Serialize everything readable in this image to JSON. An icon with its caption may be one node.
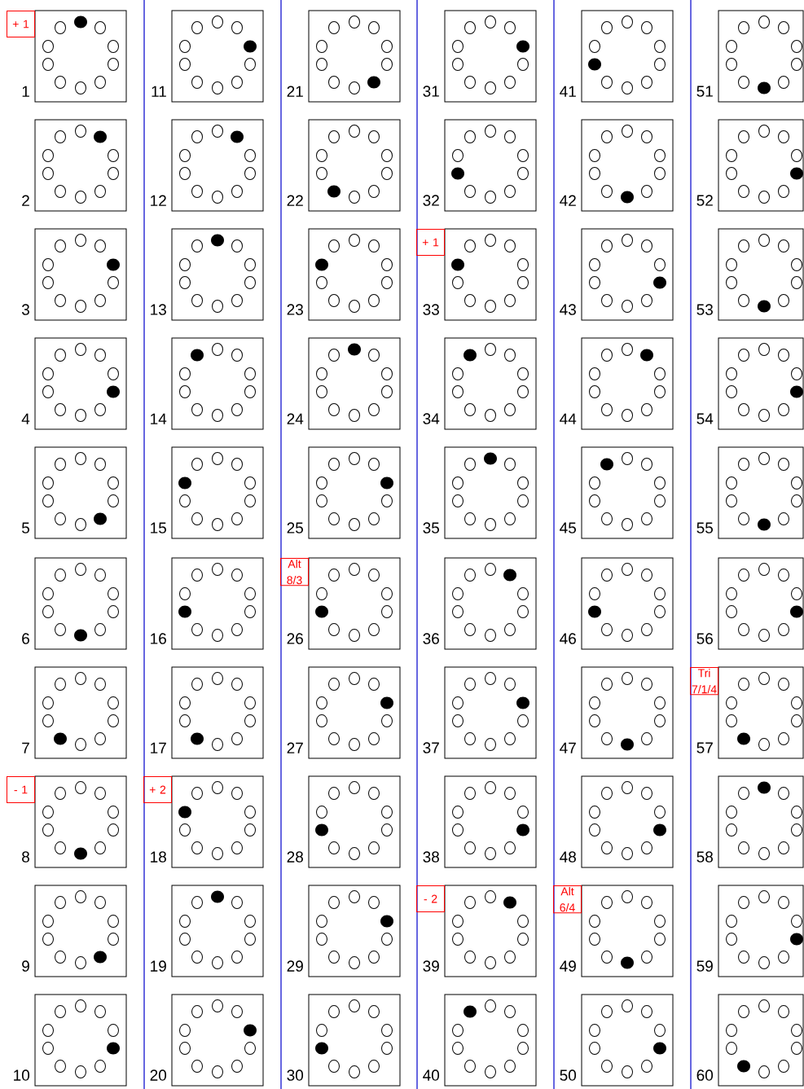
{
  "diagram": {
    "nodes": [
      {
        "text": [],
        "shape": "box",
        "beside": [
          "1",
          "+ 1"
        ]
      },
      {
        "text": [],
        "shape": "box",
        "beside": [
          "2"
        ]
      },
      {
        "text": [],
        "shape": "box",
        "beside": [
          "3"
        ]
      },
      {
        "text": [],
        "shape": "box",
        "beside": [
          "4"
        ]
      },
      {
        "text": [],
        "shape": "box",
        "beside": [
          "5"
        ]
      },
      {
        "text": [],
        "shape": "box",
        "beside": [
          "6"
        ]
      },
      {
        "text": [],
        "shape": "box",
        "beside": [
          "7"
        ]
      },
      {
        "text": [],
        "shape": "box",
        "beside": [
          "8",
          "- 1"
        ]
      },
      {
        "text": [],
        "shape": "box",
        "beside": [
          "9"
        ]
      },
      {
        "text": [],
        "shape": "box",
        "beside": [
          "10"
        ]
      },
      {
        "text": [],
        "shape": "box",
        "beside": [
          "11"
        ]
      },
      {
        "text": [],
        "shape": "box",
        "beside": [
          "12"
        ]
      },
      {
        "text": [],
        "shape": "box",
        "beside": [
          "13"
        ]
      },
      {
        "text": [],
        "shape": "box",
        "beside": [
          "14"
        ]
      },
      {
        "text": [],
        "shape": "box",
        "beside": [
          "15"
        ]
      },
      {
        "text": [],
        "shape": "box",
        "beside": [
          "16"
        ]
      },
      {
        "text": [],
        "shape": "box",
        "beside": [
          "17"
        ]
      },
      {
        "text": [],
        "shape": "box",
        "beside": [
          "18",
          "+ 2"
        ]
      },
      {
        "text": [],
        "shape": "box",
        "beside": [
          "19"
        ]
      },
      {
        "text": [],
        "shape": "box",
        "beside": [
          "20"
        ]
      },
      {
        "text": [],
        "shape": "box",
        "beside": [
          "21"
        ]
      },
      {
        "text": [],
        "shape": "box",
        "beside": [
          "22"
        ]
      },
      {
        "text": [],
        "shape": "box",
        "beside": [
          "23"
        ]
      },
      {
        "text": [],
        "shape": "box",
        "beside": [
          "24"
        ]
      },
      {
        "text": [],
        "shape": "box",
        "beside": [
          "25"
        ]
      },
      {
        "text": [],
        "shape": "box",
        "beside": [
          "26",
          "Alt 8/3"
        ]
      },
      {
        "text": [],
        "shape": "box",
        "beside": [
          "27"
        ]
      },
      {
        "text": [],
        "shape": "box",
        "beside": [
          "28"
        ]
      },
      {
        "text": [],
        "shape": "box",
        "beside": [
          "29"
        ]
      },
      {
        "text": [],
        "shape": "box",
        "beside": [
          "30"
        ]
      },
      {
        "text": [],
        "shape": "box",
        "beside": [
          "31"
        ]
      },
      {
        "text": [],
        "shape": "box",
        "beside": [
          "32"
        ]
      },
      {
        "text": [],
        "shape": "box",
        "beside": [
          "33",
          "+ 1"
        ]
      },
      {
        "text": [],
        "shape": "box",
        "beside": [
          "34"
        ]
      },
      {
        "text": [],
        "shape": "box",
        "beside": [
          "35"
        ]
      },
      {
        "text": [],
        "shape": "box",
        "beside": [
          "36"
        ]
      },
      {
        "text": [],
        "shape": "box",
        "beside": [
          "37"
        ]
      },
      {
        "text": [],
        "shape": "box",
        "beside": [
          "38"
        ]
      },
      {
        "text": [],
        "shape": "box",
        "beside": [
          "39",
          "- 2"
        ]
      },
      {
        "text": [],
        "shape": "box",
        "beside": [
          "40"
        ]
      },
      {
        "text": [],
        "shape": "box",
        "beside": [
          "41"
        ]
      },
      {
        "text": [],
        "shape": "box",
        "beside": [
          "42"
        ]
      },
      {
        "text": [],
        "shape": "box",
        "beside": [
          "43"
        ]
      },
      {
        "text": [],
        "shape": "box",
        "beside": [
          "44"
        ]
      },
      {
        "text": [],
        "shape": "box",
        "beside": [
          "45"
        ]
      },
      {
        "text": [],
        "shape": "box",
        "beside": [
          "46"
        ]
      },
      {
        "text": [],
        "shape": "box",
        "beside": [
          "47"
        ]
      },
      {
        "text": [],
        "shape": "box",
        "beside": [
          "48"
        ]
      },
      {
        "text": [],
        "shape": "box",
        "beside": [
          "49",
          "Alt 6/4"
        ]
      },
      {
        "text": [],
        "shape": "box",
        "beside": [
          "50"
        ]
      },
      {
        "text": [],
        "shape": "box",
        "beside": [
          "51"
        ]
      },
      {
        "text": [],
        "shape": "box",
        "beside": [
          "52"
        ]
      },
      {
        "text": [],
        "shape": "box",
        "beside": [
          "53"
        ]
      },
      {
        "text": [],
        "shape": "box",
        "beside": [
          "54"
        ]
      },
      {
        "text": [],
        "shape": "box",
        "beside": [
          "55"
        ]
      },
      {
        "text": [],
        "shape": "box",
        "beside": [
          "56"
        ]
      },
      {
        "text": [],
        "shape": "box",
        "beside": [
          "57",
          "Tri 7/1/4"
        ]
      },
      {
        "text": [],
        "shape": "box",
        "beside": [
          "58"
        ]
      },
      {
        "text": [],
        "shape": "box",
        "beside": [
          "59"
        ]
      },
      {
        "text": [],
        "shape": "box",
        "beside": [
          "60"
        ]
      }
    ]
  }
}
